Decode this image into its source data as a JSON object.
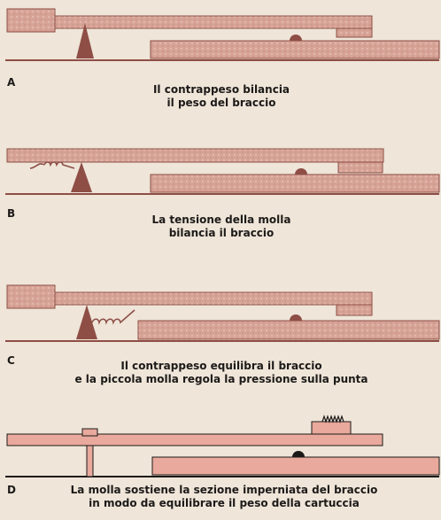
{
  "panels": [
    {
      "letter": "A",
      "caption_lines": [
        "Il contrappeso bilancia",
        "il peso del braccio"
      ]
    },
    {
      "letter": "B",
      "caption_lines": [
        "La tensione della molla",
        "bilancia il braccio"
      ]
    },
    {
      "letter": "C",
      "caption_lines": [
        "Il contrappeso equilibra il braccio",
        "e la piccola molla regola la pressione sulla punta"
      ]
    },
    {
      "letter": "D",
      "caption_lines": [
        "La molla sostiene la sezione imperniata del braccio",
        "in modo da equilibrare il peso della cartuccia"
      ]
    }
  ],
  "colors": {
    "paper": "#efe5d9",
    "arm_fill": "#d7a396",
    "arm_stroke": "#8e4e45",
    "ink": "#1c1a18",
    "panel_d_fill": "#e9a99d"
  }
}
